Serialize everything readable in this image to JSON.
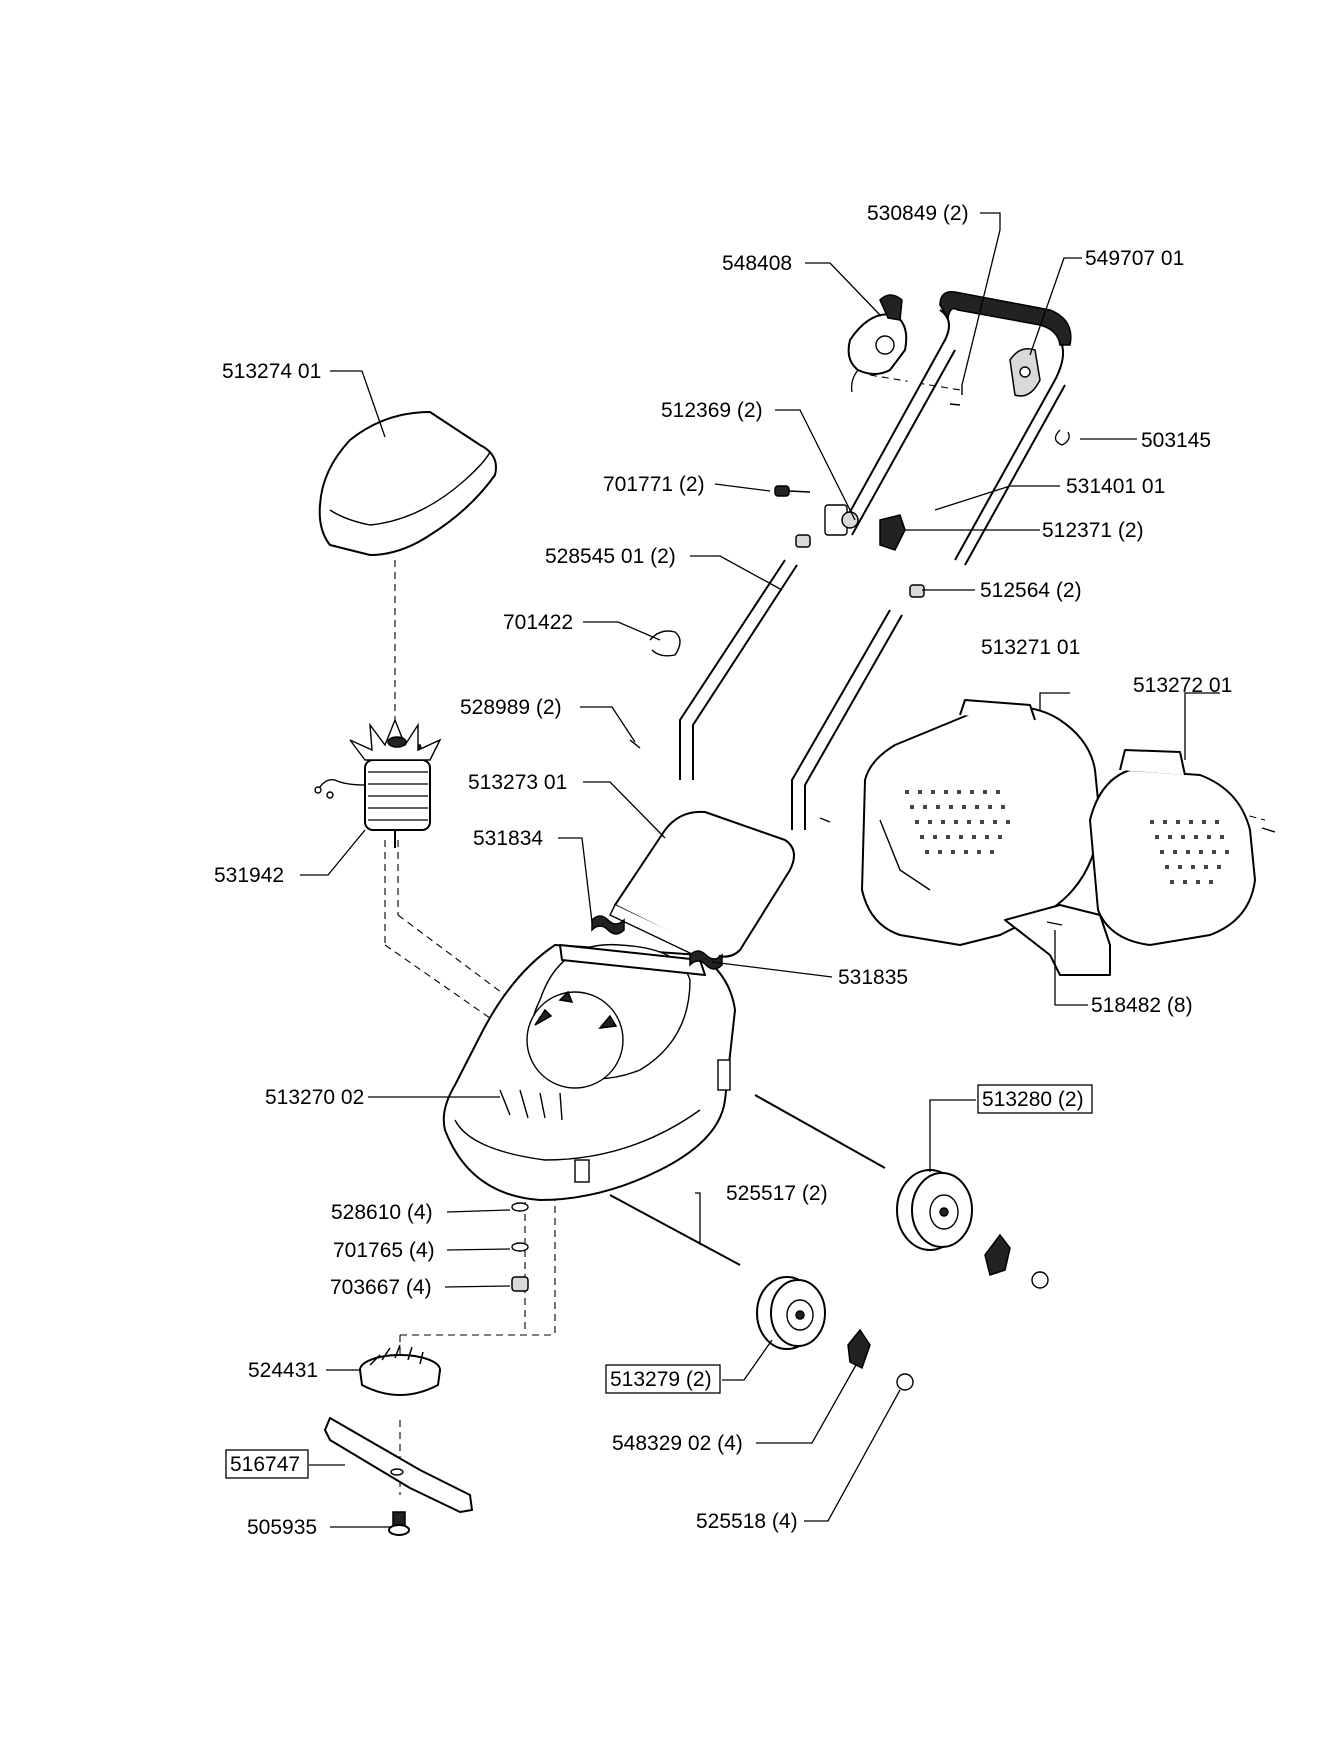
{
  "labels": {
    "p530849": "530849 (2)",
    "p548408": "548408",
    "p549707": "549707 01",
    "p513274": "513274 01",
    "p512369": "512369 (2)",
    "p503145": "503145",
    "p701771": "701771 (2)",
    "p531401": "531401 01",
    "p512371": "512371 (2)",
    "p528545": "528545 01 (2)",
    "p512564": "512564 (2)",
    "p701422": "701422",
    "p513271": "513271 01",
    "p513272": "513272 01",
    "p528989": "528989 (2)",
    "p513273": "513273 01",
    "p531834": "531834",
    "p531942": "531942",
    "p531835": "531835",
    "p518482": "518482 (8)",
    "p513270": "513270 02",
    "p513280": "513280 (2)",
    "p525517": "525517 (2)",
    "p528610": "528610 (4)",
    "p701765": "701765 (4)",
    "p703667": "703667 (4)",
    "p524431": "524431",
    "p513279": "513279 (2)",
    "p548329": "548329 02 (4)",
    "p516747": "516747",
    "p525518": "525518 (4)",
    "p505935": "505935"
  }
}
